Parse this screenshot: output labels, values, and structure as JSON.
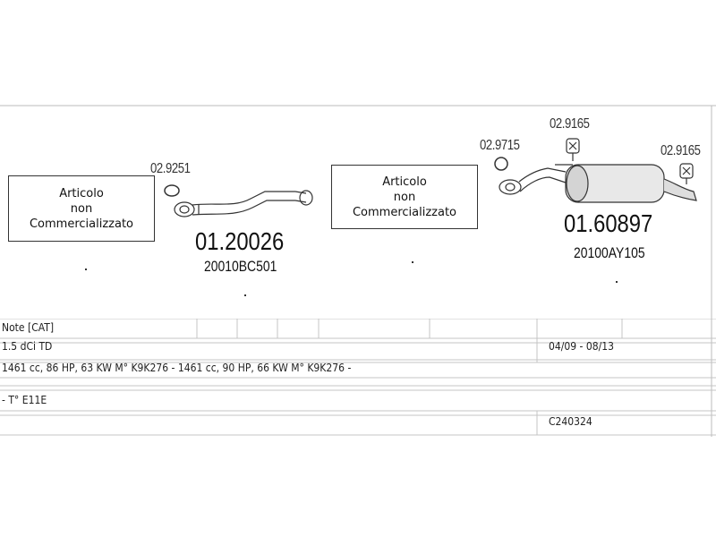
{
  "diagram": {
    "box1": {
      "line1": "Articolo",
      "line2": "non",
      "line3": "Commercializzato"
    },
    "box2": {
      "line1": "Articolo",
      "line2": "non",
      "line3": "Commercializzato"
    },
    "part1": {
      "gasket": "02.9251",
      "code": "01.20026",
      "oem": "20010BC501"
    },
    "part2": {
      "gasket": "02.9715",
      "hanger1": "02.9165",
      "hanger2": "02.9165",
      "code": "01.60897",
      "oem": "20100AY105"
    }
  },
  "table": {
    "row1": {
      "note": "Note  [CAT]"
    },
    "row2": {
      "engine": "1.5 dCi TD",
      "years": "04/09 - 08/13"
    },
    "row3": {
      "specs": "1461 cc, 86 HP, 63 KW  M° K9K276  -  1461 cc, 90 HP, 66 KW  M° K9K276  -"
    },
    "row4": {
      "type": "-  T° E11E"
    },
    "row5": {
      "ref": "C240324"
    }
  }
}
